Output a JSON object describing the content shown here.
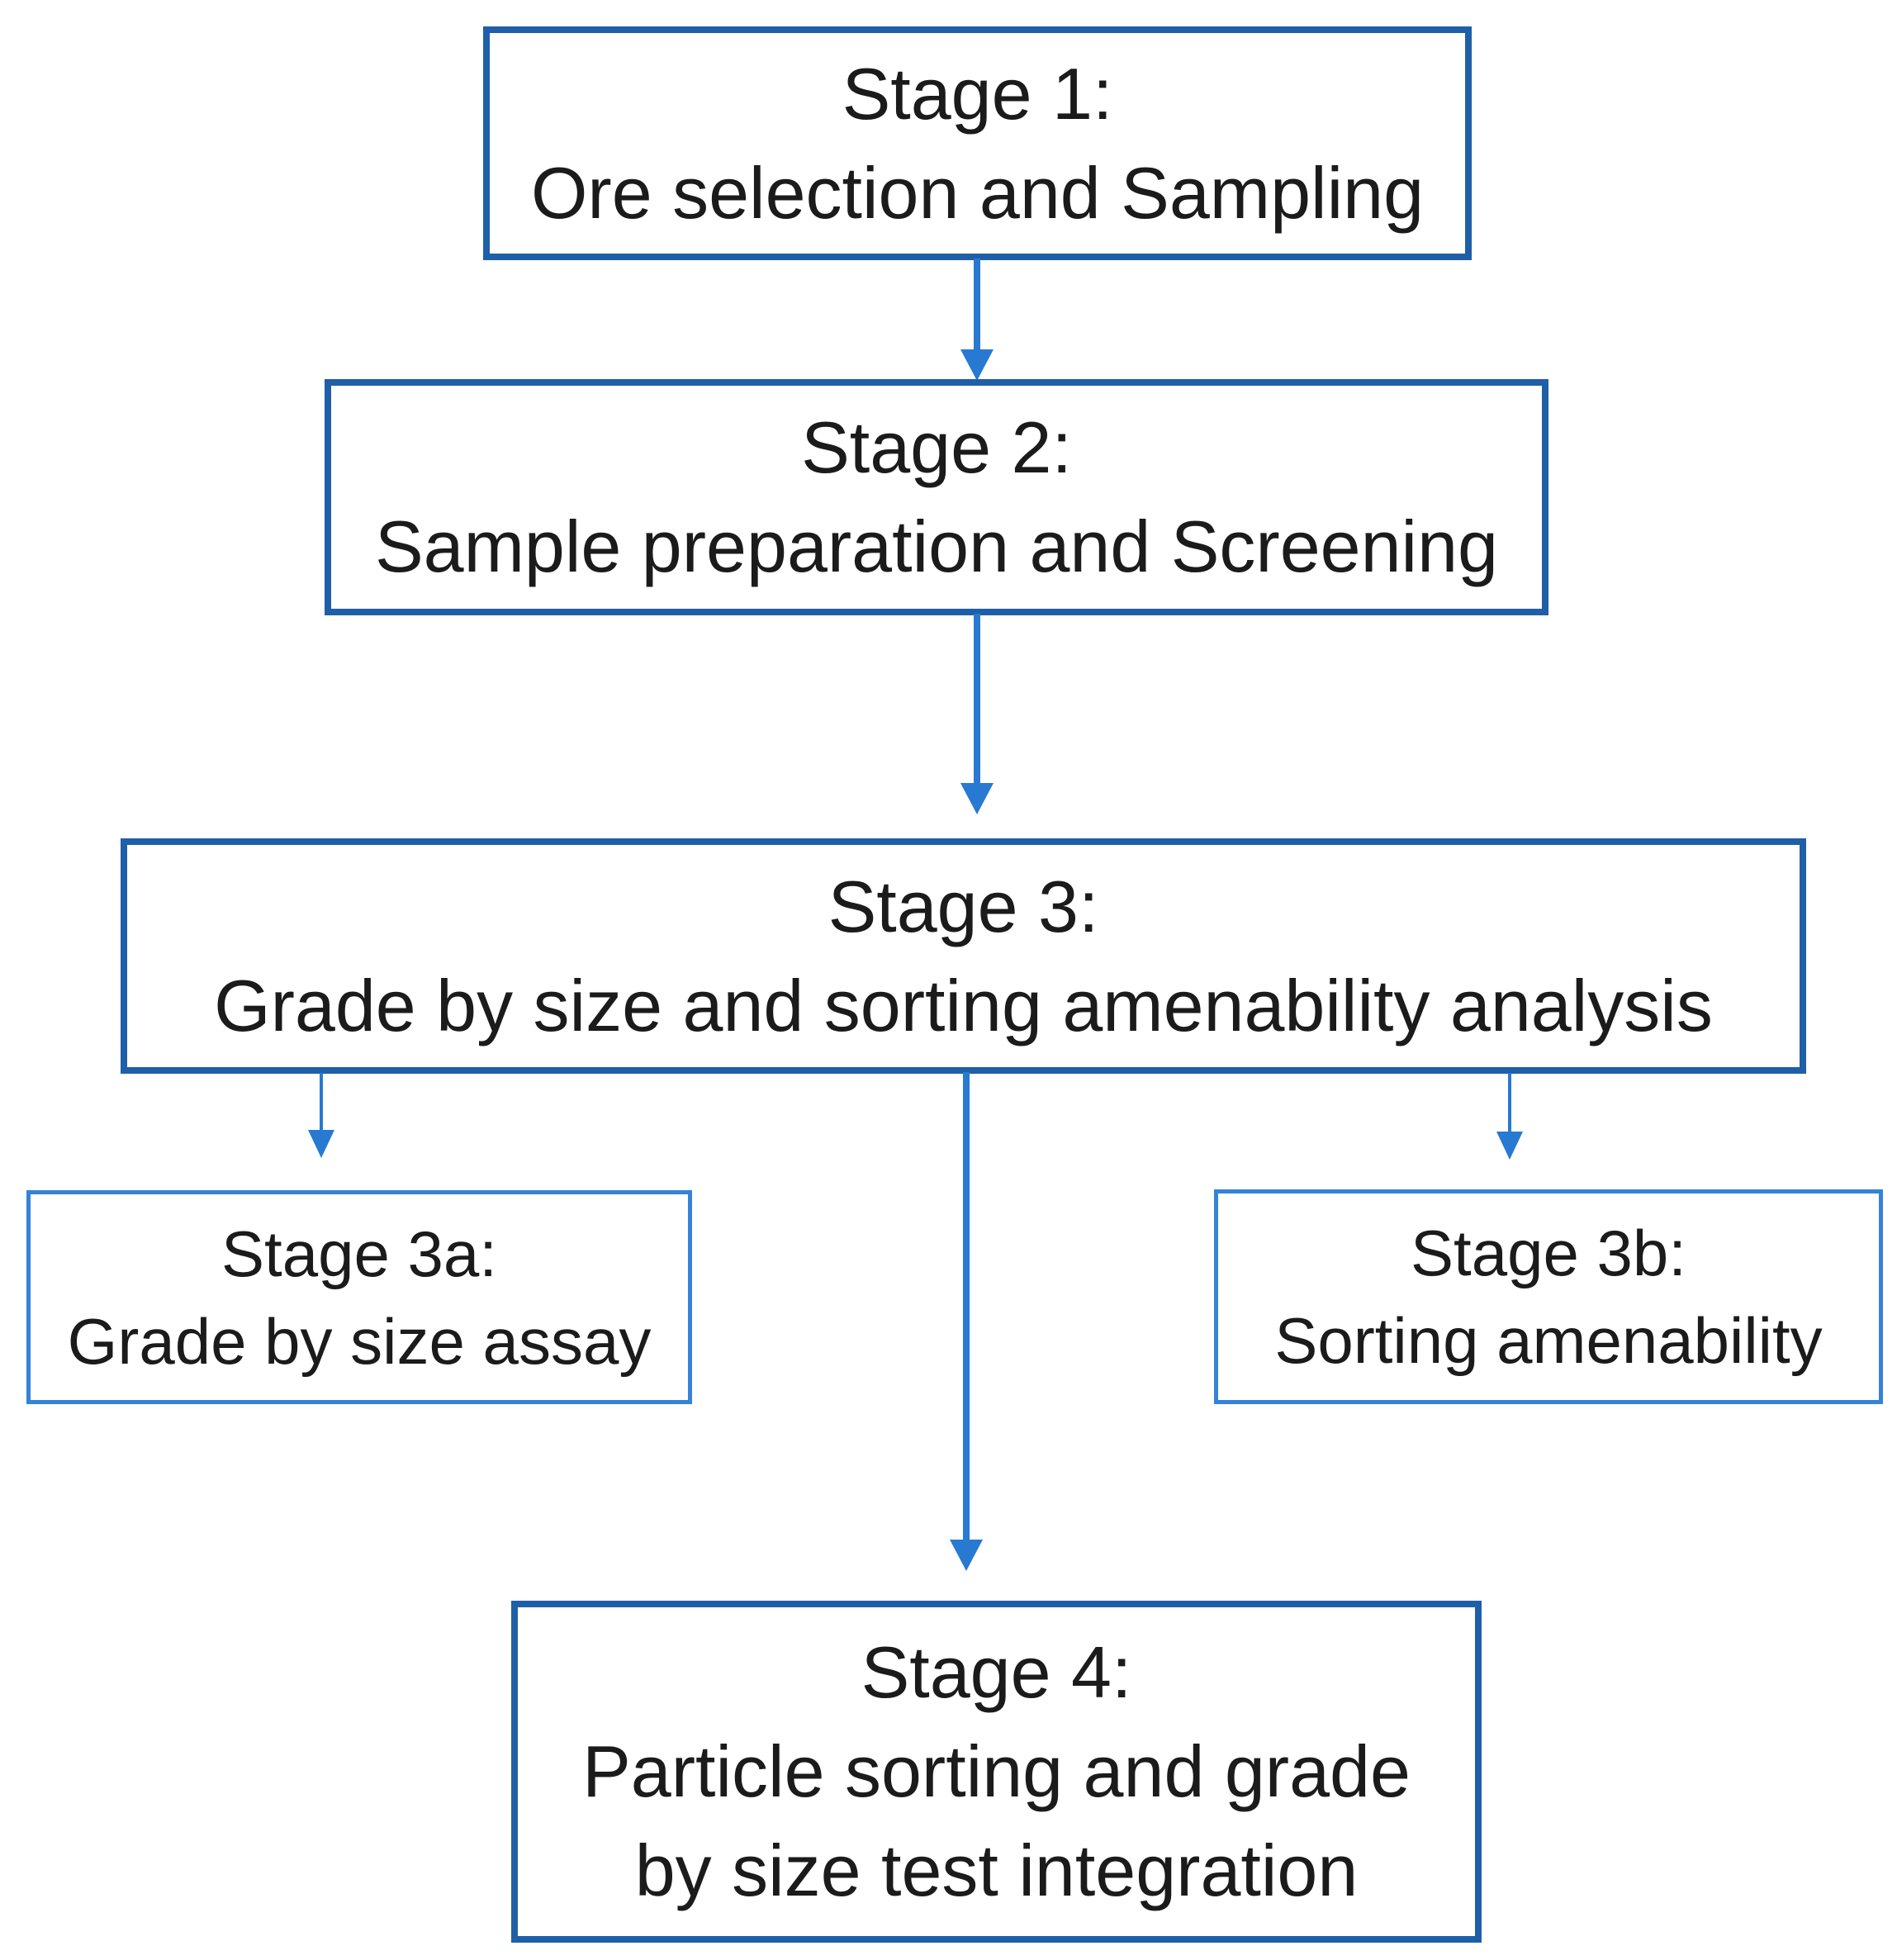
{
  "colors": {
    "box_border": "#1f5fa7",
    "small_box_border": "#3483d8",
    "arrow": "#2879d2",
    "text": "#1b1b1b",
    "bg": "#ffffff"
  },
  "nodes": {
    "stage1": {
      "lines": [
        "Stage 1:",
        "Ore selection and Sampling"
      ]
    },
    "stage2": {
      "lines": [
        "Stage 2:",
        "Sample preparation and Screening"
      ]
    },
    "stage3": {
      "lines": [
        "Stage 3:",
        "Grade by size and sorting amenability analysis"
      ]
    },
    "stage3a": {
      "lines": [
        "Stage 3a:",
        "Grade by size assay"
      ]
    },
    "stage3b": {
      "lines": [
        "Stage 3b:",
        "Sorting amenability"
      ]
    },
    "stage4": {
      "lines": [
        "Stage 4:",
        "Particle sorting and grade",
        "by size test integration"
      ]
    }
  },
  "edges": [
    {
      "from": "stage1",
      "to": "stage2"
    },
    {
      "from": "stage2",
      "to": "stage3"
    },
    {
      "from": "stage3",
      "to": "stage3a"
    },
    {
      "from": "stage3",
      "to": "stage4"
    },
    {
      "from": "stage3",
      "to": "stage3b"
    }
  ]
}
